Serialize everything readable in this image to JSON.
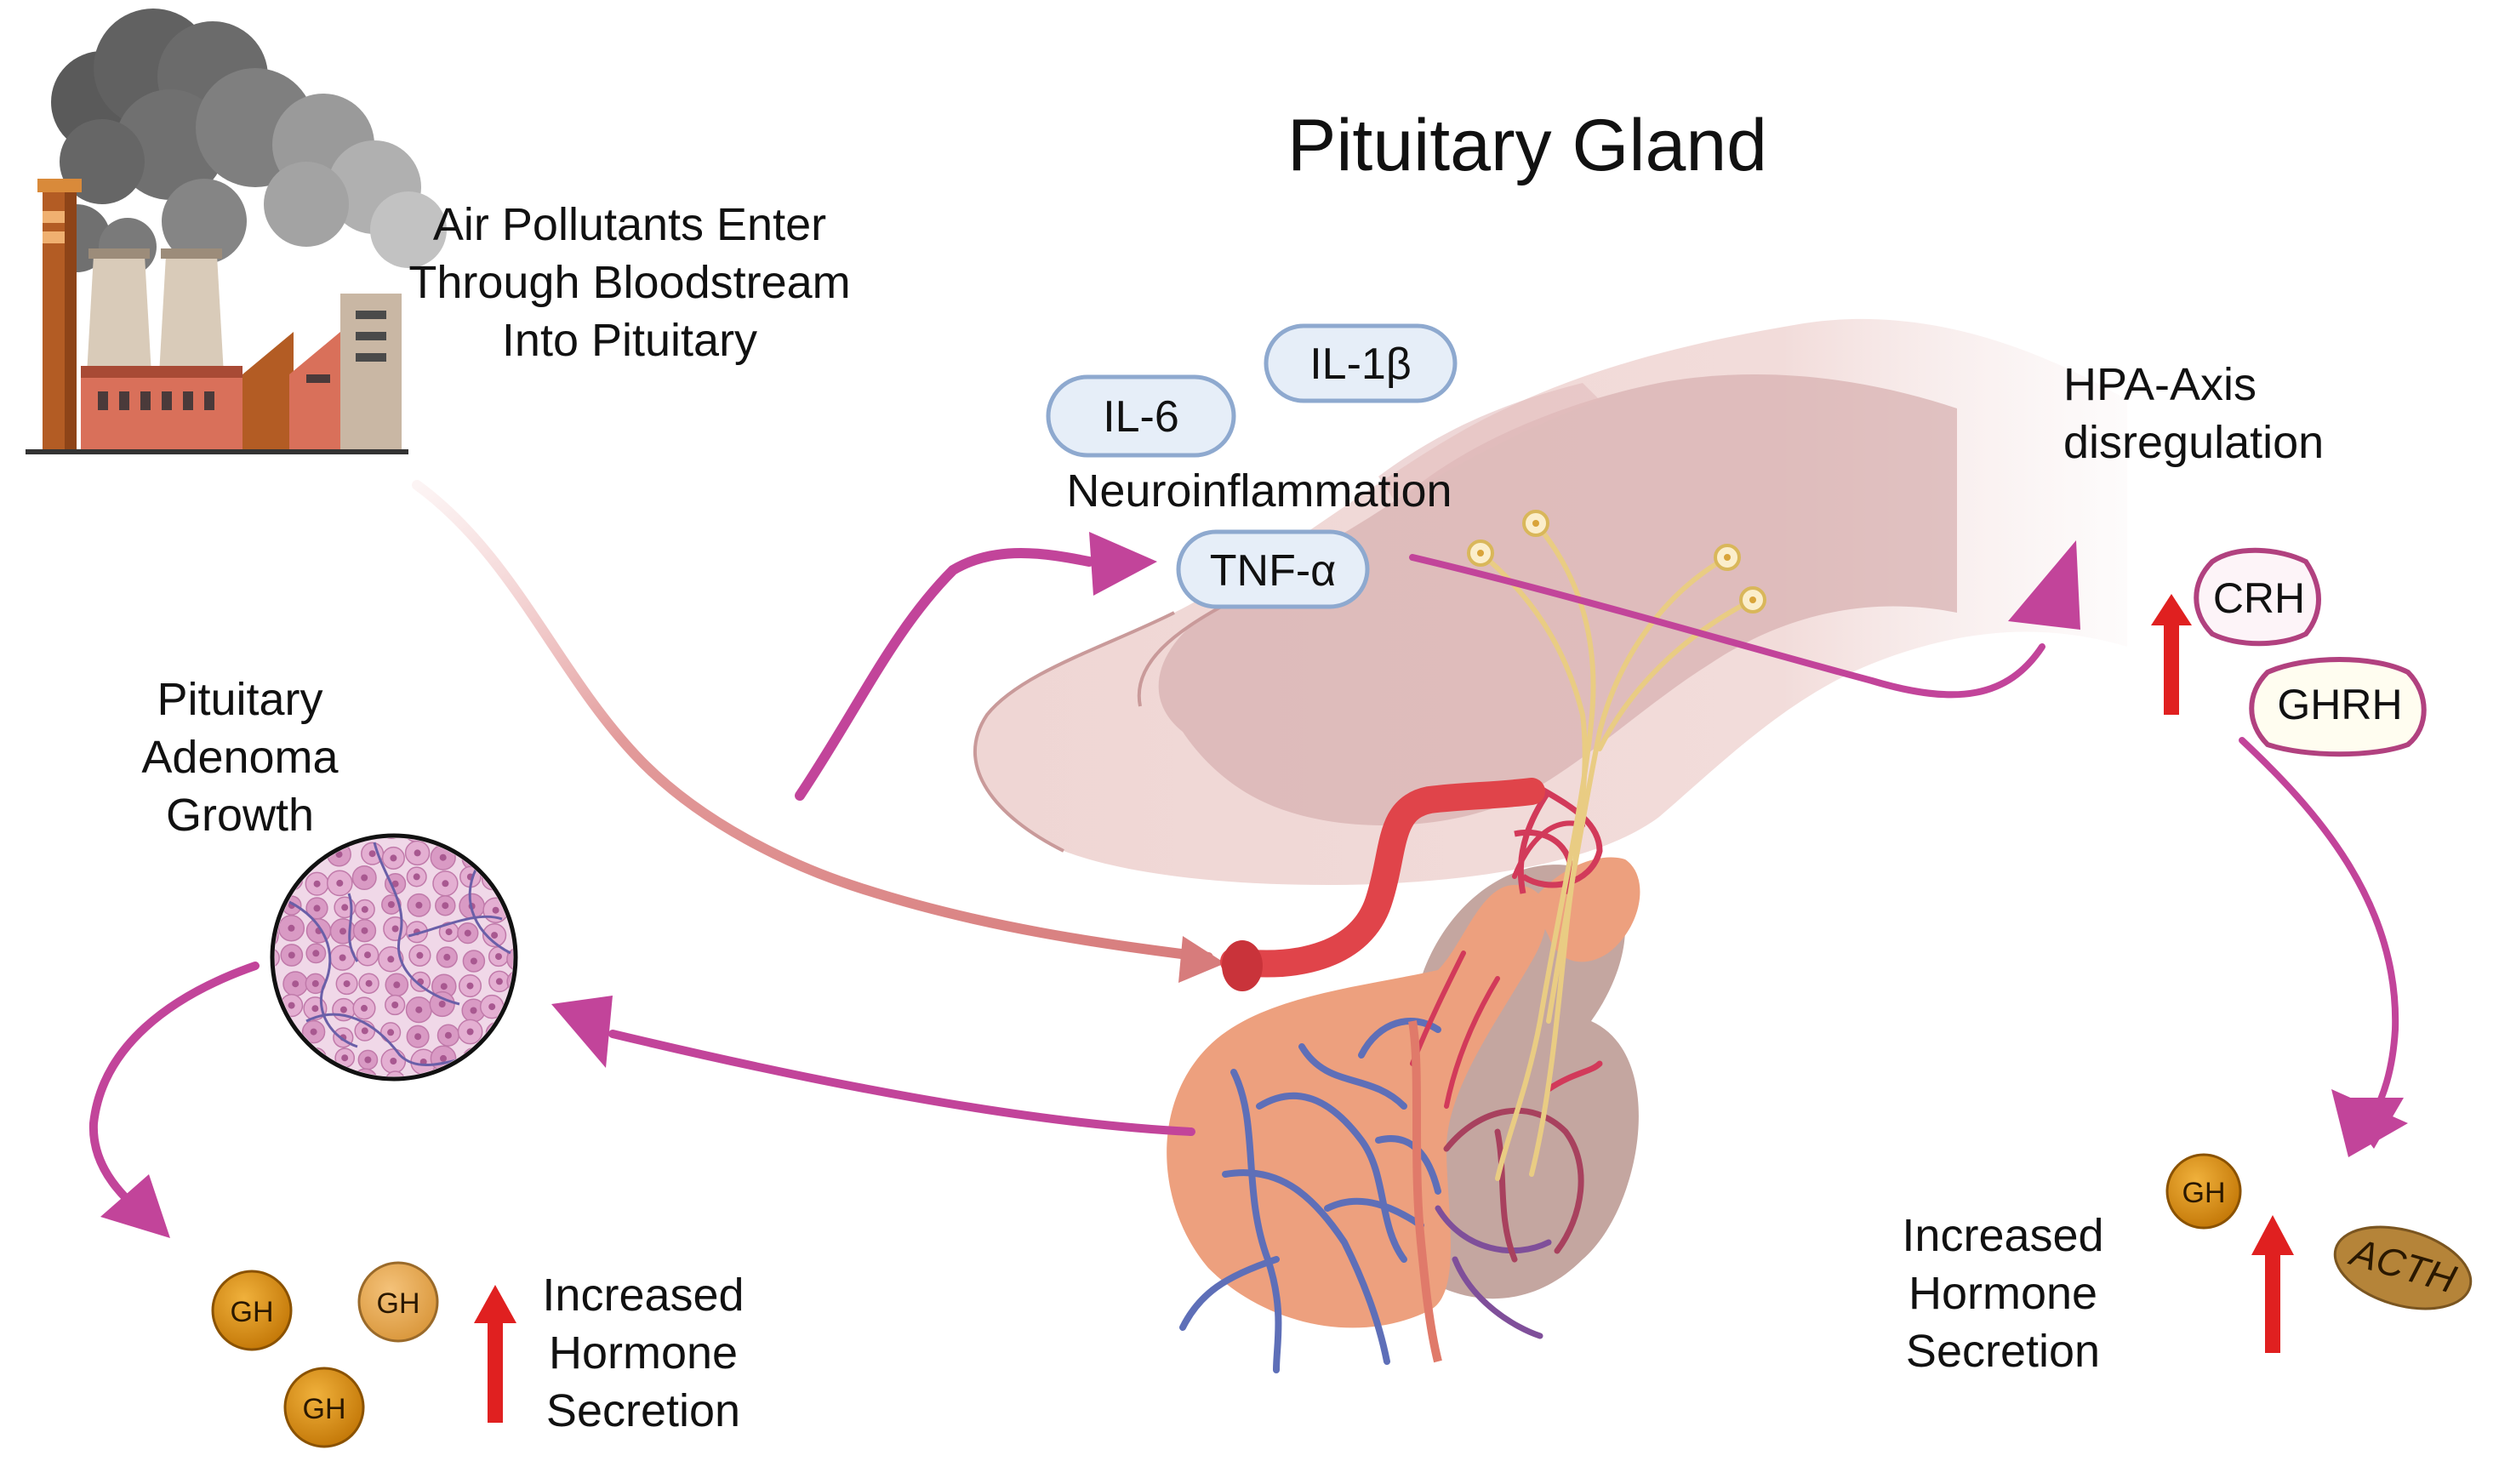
{
  "title": "Pituitary Gland",
  "pollutants": {
    "lines": [
      "Air Pollutants Enter",
      "Through Bloodstream",
      "Into Pituitary"
    ]
  },
  "neuroinflammation": {
    "label": "Neuroinflammation",
    "cytokines": [
      "IL-6",
      "IL-1β",
      "TNF-α"
    ]
  },
  "hpa": {
    "lines": [
      "HPA-Axis",
      "disregulation"
    ],
    "hormones": [
      "CRH",
      "GHRH"
    ]
  },
  "adenoma": {
    "lines": [
      "Pituitary",
      "Adenoma",
      "Growth"
    ]
  },
  "left_secretion": {
    "lines": [
      "Increased",
      "Hormone",
      "Secretion"
    ],
    "hormones": [
      "GH",
      "GH",
      "GH"
    ]
  },
  "right_secretion": {
    "lines": [
      "Increased",
      "Hormone",
      "Secretion"
    ],
    "hormones": [
      "GH",
      "ACTH"
    ]
  },
  "colors": {
    "process_arrow": "#c2449a",
    "blood_arrow": "#d98080",
    "increase_arrow": "#e02020",
    "pill_fill": "#e6eef8",
    "pill_stroke": "#8ea9cf",
    "hex_stroke": "#b1417f",
    "gh_fill": "#d38a16",
    "acth_fill": "#b58439"
  }
}
